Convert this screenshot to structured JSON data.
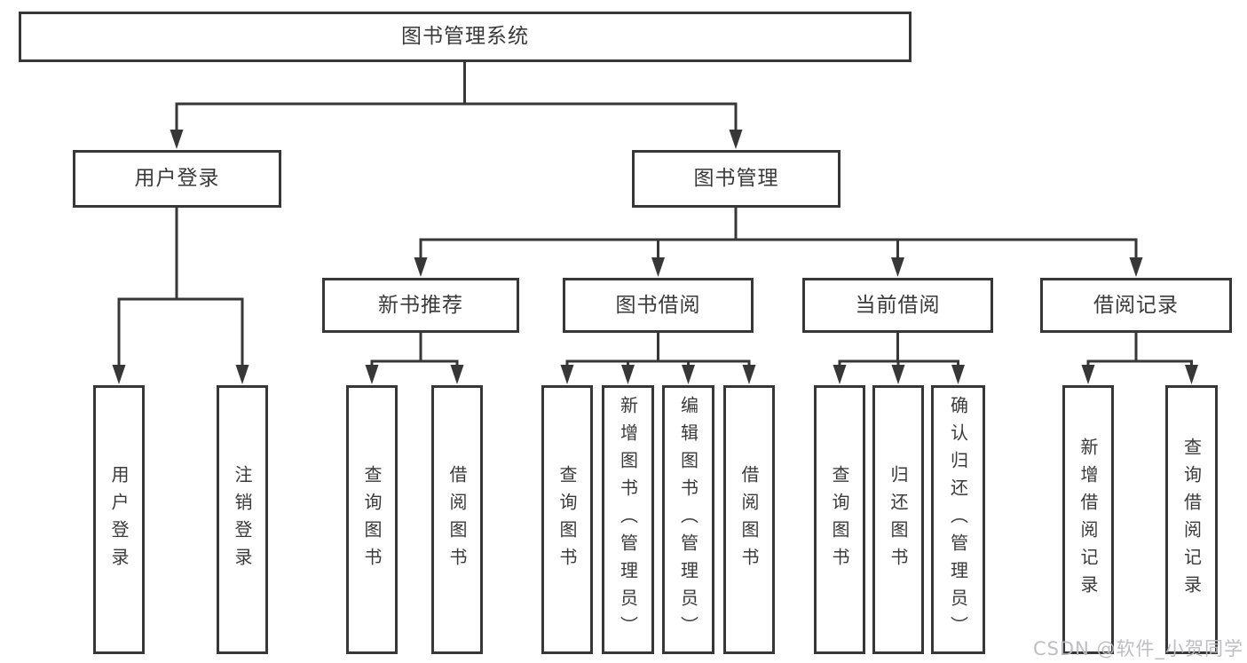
{
  "watermark": "CSDN @软件_小贺同学",
  "colors": {
    "line": "#373737",
    "box_border": "#373737",
    "text": "#3a3a3a",
    "watermark": "#b9b9c0",
    "background": "#ffffff"
  },
  "tree": {
    "label": "图书管理系统",
    "children": [
      {
        "label": "用户登录",
        "children": [
          {
            "label": "用户登录"
          },
          {
            "label": "注销登录"
          }
        ]
      },
      {
        "label": "图书管理",
        "children": [
          {
            "label": "新书推荐",
            "children": [
              {
                "label": "查询图书"
              },
              {
                "label": "借阅图书"
              }
            ]
          },
          {
            "label": "图书借阅",
            "children": [
              {
                "label": "查询图书"
              },
              {
                "label": "新增图书（管理员）"
              },
              {
                "label": "编辑图书（管理员）"
              },
              {
                "label": "借阅图书"
              }
            ]
          },
          {
            "label": "当前借阅",
            "children": [
              {
                "label": "查询图书"
              },
              {
                "label": "归还图书"
              },
              {
                "label": "确认归还（管理员）"
              }
            ]
          },
          {
            "label": "借阅记录",
            "children": [
              {
                "label": "新增借阅记录"
              },
              {
                "label": "查询借阅记录"
              }
            ]
          }
        ]
      }
    ]
  }
}
